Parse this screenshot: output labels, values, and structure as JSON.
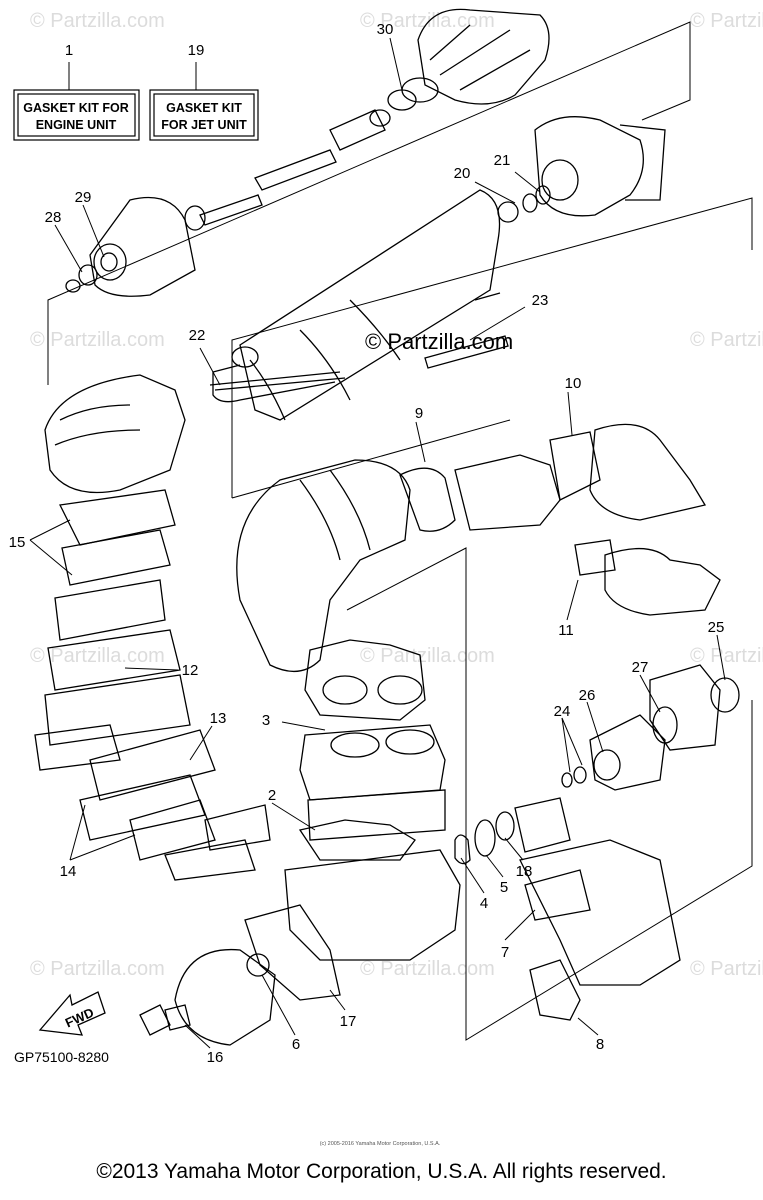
{
  "watermark": {
    "text": "© Partzilla.com",
    "center_text": "© Partzilla.com"
  },
  "kit_boxes": [
    {
      "number": "1",
      "line1": "GASKET KIT FOR",
      "line2": "ENGINE UNIT"
    },
    {
      "number": "19",
      "line1": "GASKET KIT",
      "line2": "FOR JET UNIT"
    }
  ],
  "callouts": [
    "30",
    "21",
    "20",
    "29",
    "28",
    "23",
    "22",
    "10",
    "9",
    "15",
    "11",
    "25",
    "12",
    "27",
    "26",
    "24",
    "13",
    "3",
    "2",
    "14",
    "18",
    "5",
    "4",
    "7",
    "17",
    "6",
    "16",
    "8"
  ],
  "fwd_label": "FWD",
  "diagram_code": "GP75100-8280",
  "fine_print": "(c) 2005-2016 Yamaha Motor Corporation, U.S.A.",
  "footer": "©2013 Yamaha Motor Corporation, U.S.A. All rights reserved."
}
